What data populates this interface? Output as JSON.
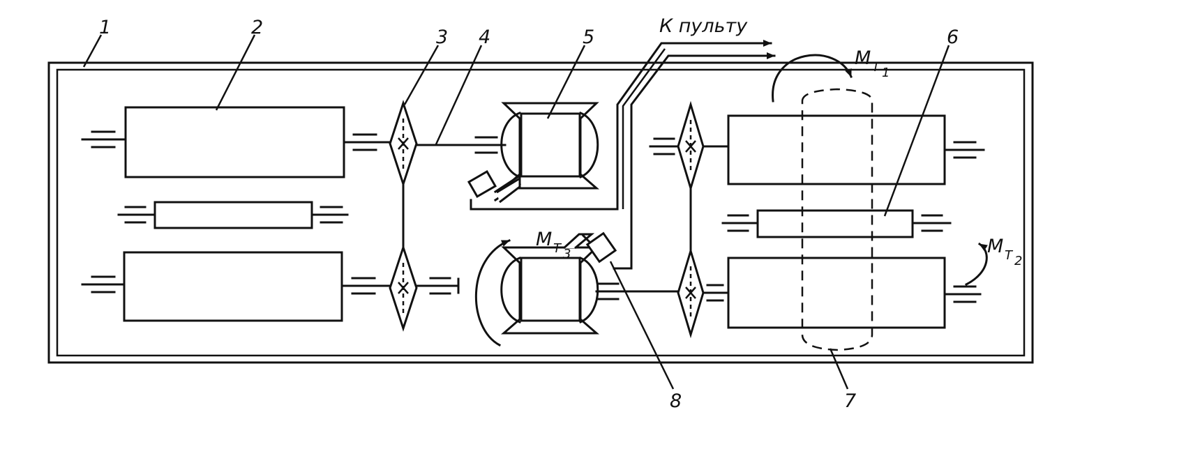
{
  "callouts": {
    "c1": "1",
    "c2": "2",
    "c3": "3",
    "c4": "4",
    "c5": "5",
    "c6": "6",
    "c7": "7",
    "c8": "8"
  },
  "to_console": "К пульту",
  "torques": {
    "m": "M",
    "t": "T",
    "t1": "1",
    "t2": "2",
    "t3": "3"
  }
}
